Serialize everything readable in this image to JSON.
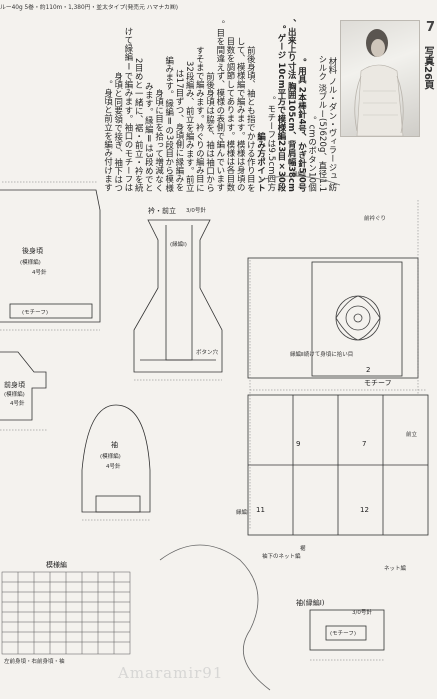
{
  "header": {
    "top_line": "ルー40g 5巻・約110m・1,380円・並太タイプ(発売元 ハマナカ㈱)",
    "page_number": "7",
    "photo_ref": "写真26頁"
  },
  "instructions": {
    "columns": [
      "材料 ノル・ダン・ヴィラージュ 紡",
      "シルク 淡ブルー(5)620g、直径1.1",
      "cmのボタン10個。",
      "用具 2本棒針4号、かぎ針5/0号。",
      "出来上り寸法 胸囲105cm、背肩幅38cm、",
      "ゲージ 10cm平方で模様編23目×30段。",
      "モチーフは9.5cm四方。",
      "編み方ポイント",
      "前後身頃、袖とも指でかける作り目を",
      "して、模様編で編みます。模様は身頃の",
      "目数を調節してあります。模様は各目数",
      "目を間違えず、模様の表側で編んでいます。",
      "前後身頃は脇を、袖は袖口から",
      "すそまで編みます。衿ぐりの編み目に",
      "32段編み、前立を編みます。前立",
      "は17目ずつ、身頃側に縁編みを",
      "編みます。縁編Ⅱの3段目から模様",
      "身頃に目を拾って増減なく",
      "みます。縁編Ⅱは3段めでと",
      "2目めと一緒に、裾・前立・衿を続",
      "けて縁編Ⅰで編みます。袖口のモチーフは",
      "身頃と同要領で接ぎ、袖下はつ",
      "身頃と前立を編み付けます。"
    ]
  },
  "diagram": {
    "back_body": {
      "title": "後身頃",
      "sub": "(模様編)",
      "needle": "4号針",
      "note": "(モチーフ)"
    },
    "front_body": {
      "title": "前身頃",
      "sub": "(模様編)",
      "needle": "4号針"
    },
    "sleeve": {
      "title": "袖",
      "sub": "(模様編)",
      "needle": "4号針"
    },
    "collar": {
      "title": "衿・前立",
      "sub": "(縁編Ⅰ)",
      "needle": "3/0号針",
      "hole_note": "ボタン穴"
    },
    "cuff": {
      "title": "袖(縁編Ⅰ)",
      "needle": "3/0号針",
      "note": "(モチーフ)"
    },
    "pattern_chart": {
      "title": "模様編",
      "legend": "左前身頃・右前身頃・袖"
    },
    "edge_labels": {
      "edging2": "縁編Ⅱ",
      "front_neck": "前衿ぐり",
      "front_band": "前立",
      "net_edging": "ネット編",
      "edging1": "縁編Ⅰ",
      "sleeve_net": "袖下のネット編",
      "hem": "裾",
      "corner_note": "縁編Ⅱ続けて身頃に拾い目"
    },
    "motif": {
      "label": "モチーフ",
      "numbers": [
        "2",
        "9",
        "7",
        "11",
        "12"
      ]
    }
  },
  "watermark": "Amaramir91"
}
